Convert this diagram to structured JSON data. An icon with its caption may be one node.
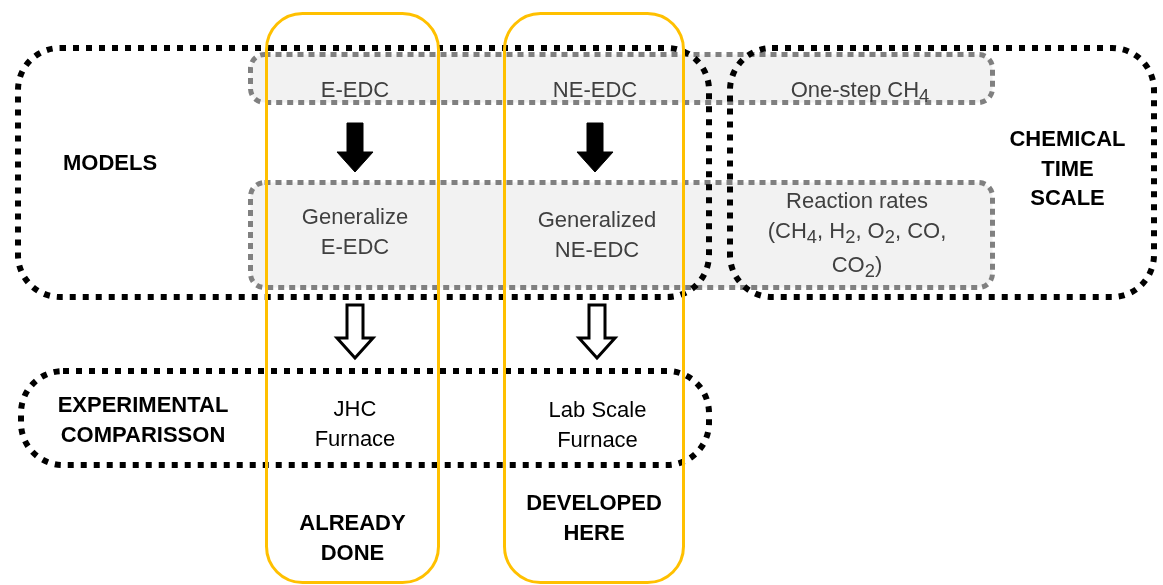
{
  "diagram": {
    "nodes": [
      {
        "text": [
          "MODELS"
        ]
      },
      {
        "text": [
          "CHEMICAL TIME SCALE"
        ]
      },
      {
        "text": [],
        "shape": "band"
      },
      {
        "text": [
          "E-EDC"
        ]
      },
      {
        "text": [
          "NE-EDC"
        ]
      },
      {
        "text": [
          "One-step CH$_{4}$"
        ]
      },
      {
        "text": [],
        "shape": "band"
      },
      {
        "text": [
          "Generalize E-EDC"
        ]
      },
      {
        "text": [
          "Generalized NE-EDC"
        ]
      },
      {
        "text": [
          "Reaction rates (CH$_{4}$, H$_{2}$, O$_{2}$, CO, CO$_{2}$)"
        ]
      },
      {
        "text": [
          "EXPERIMENTAL COMPARISSON"
        ]
      },
      {
        "text": [
          "JHC Furnace"
        ]
      },
      {
        "text": [
          "Lab Scale Furnace"
        ]
      },
      {
        "text": [
          "ALREADY DONE"
        ]
      },
      {
        "text": [
          "DEVELOPED HERE"
        ]
      }
    ],
    "edges": [
      {
        "from": 3,
        "to": 7,
        "arrow": "to",
        "style": "thick"
      },
      {
        "from": 4,
        "to": 8,
        "arrow": "to",
        "style": "thick"
      },
      {
        "from": 7,
        "to": 11,
        "arrow": "to"
      },
      {
        "from": 8,
        "to": 12,
        "arrow": "to"
      }
    ]
  }
}
